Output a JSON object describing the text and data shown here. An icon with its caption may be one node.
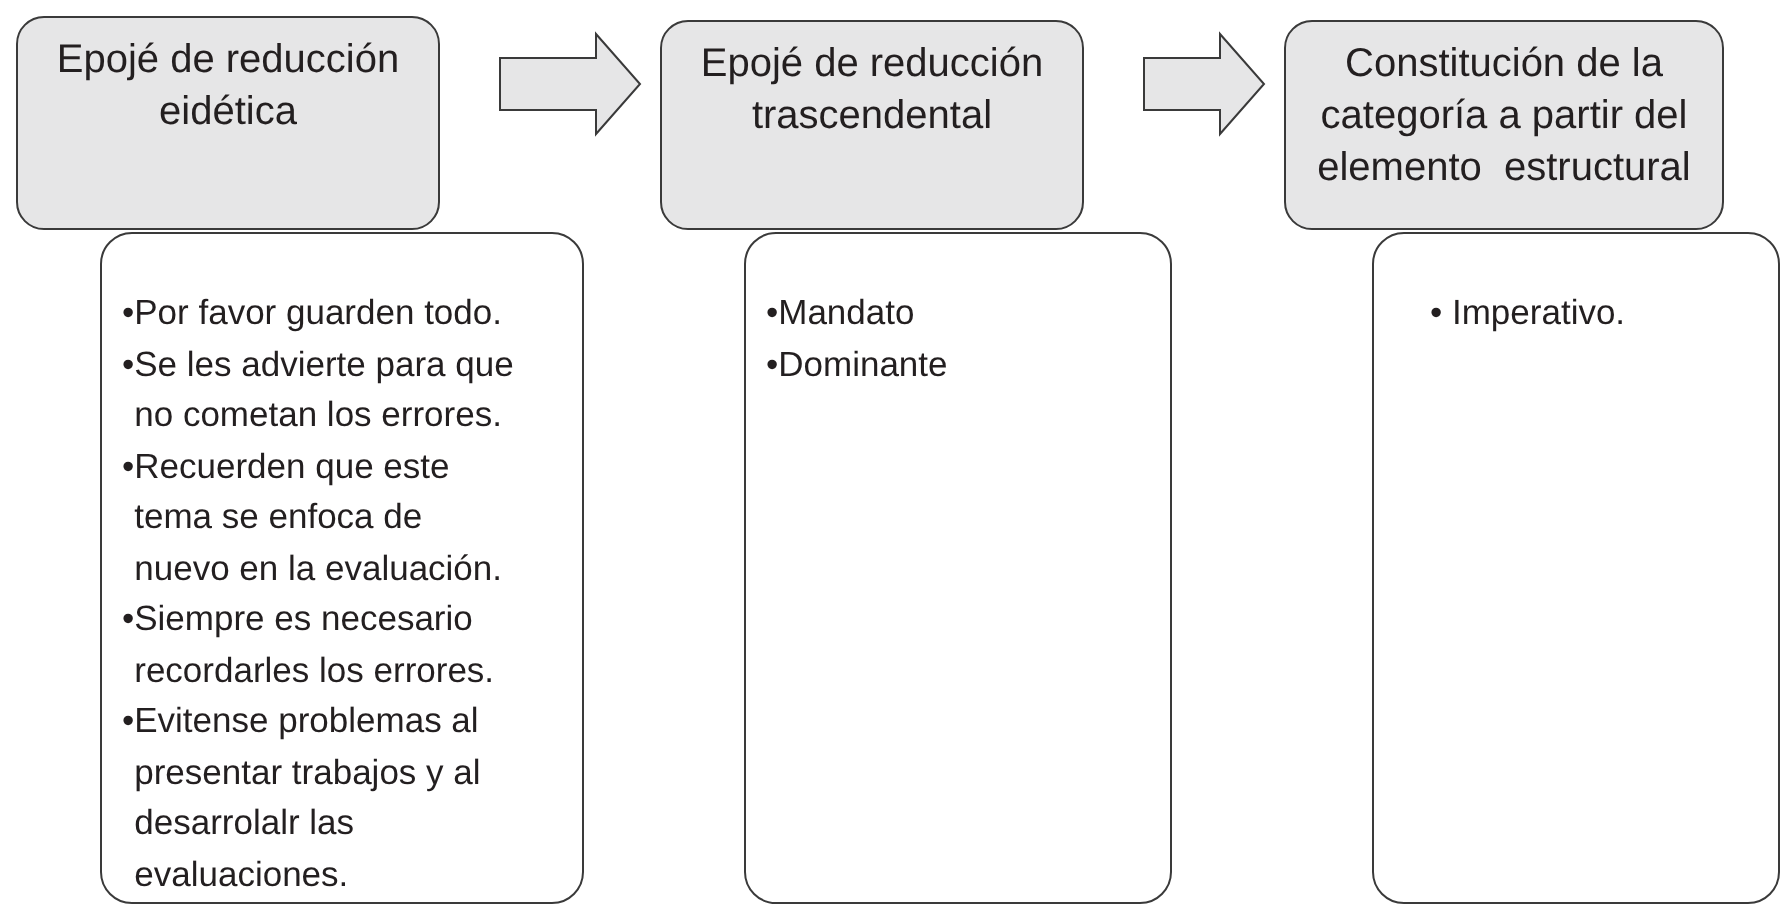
{
  "diagram": {
    "nodes": [
      {
        "text": [
          "Epojé de reducción eidética"
        ]
      },
      {
        "text": [
          "•Por favor guarden todo.",
          "•Se les advierte para que no cometan los errores.",
          "•Recuerden que este tema se enfoca de nuevo en la evaluación.",
          "•Siempre es necesario recordarles los errores.",
          "•Evitense problemas al presentar trabajos y al desarrolalr las evaluaciones."
        ]
      },
      {
        "text": [
          "Epojé de reducción trascendental"
        ]
      },
      {
        "text": [
          "•Mandato",
          "•Dominante"
        ]
      },
      {
        "text": [
          "Constitución de la categoría a partir del elemento  estructural"
        ]
      },
      {
        "text": [
          "• Imperativo."
        ]
      }
    ],
    "edges": [
      {
        "from": 0,
        "to": 2,
        "arrow": "to"
      },
      {
        "from": 2,
        "to": 4,
        "arrow": "to"
      }
    ]
  }
}
